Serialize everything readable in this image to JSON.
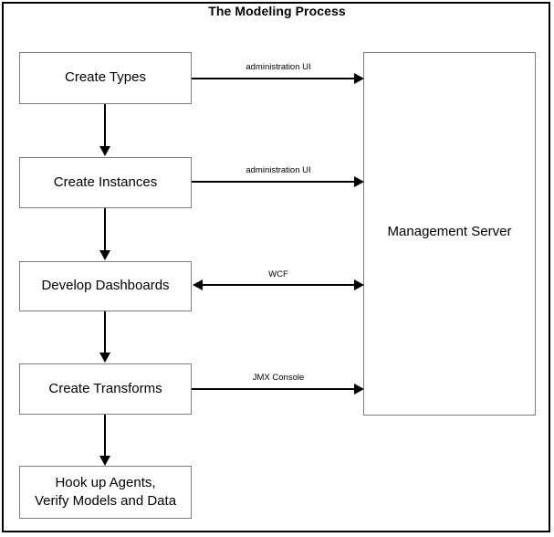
{
  "diagram": {
    "title": "The Modeling Process",
    "background_color": "#ffffff",
    "frame_color": "#000000",
    "box_border_color": "#7f7f7f",
    "line_color": "#000000",
    "process_boxes": [
      {
        "id": "create-types",
        "label": "Create Types"
      },
      {
        "id": "create-instances",
        "label": "Create Instances"
      },
      {
        "id": "develop-dashboards",
        "label": "Develop Dashboards"
      },
      {
        "id": "create-transforms",
        "label": "Create Transforms"
      },
      {
        "id": "hook-up-agents",
        "label": "Hook up Agents,\nVerify Models and Data"
      }
    ],
    "server_box": {
      "id": "management-server",
      "label": "Management Server"
    },
    "connections": [
      {
        "from": "create-types",
        "to": "management-server",
        "label": "administration UI",
        "direction": "right"
      },
      {
        "from": "create-instances",
        "to": "management-server",
        "label": "administration UI",
        "direction": "right"
      },
      {
        "from": "develop-dashboards",
        "to": "management-server",
        "label": "WCF",
        "direction": "both"
      },
      {
        "from": "create-transforms",
        "to": "management-server",
        "label": "JMX Console",
        "direction": "right"
      }
    ],
    "flow_steps": [
      {
        "from": "create-types",
        "to": "create-instances"
      },
      {
        "from": "create-instances",
        "to": "develop-dashboards"
      },
      {
        "from": "develop-dashboards",
        "to": "create-transforms"
      },
      {
        "from": "create-transforms",
        "to": "hook-up-agents"
      }
    ]
  }
}
